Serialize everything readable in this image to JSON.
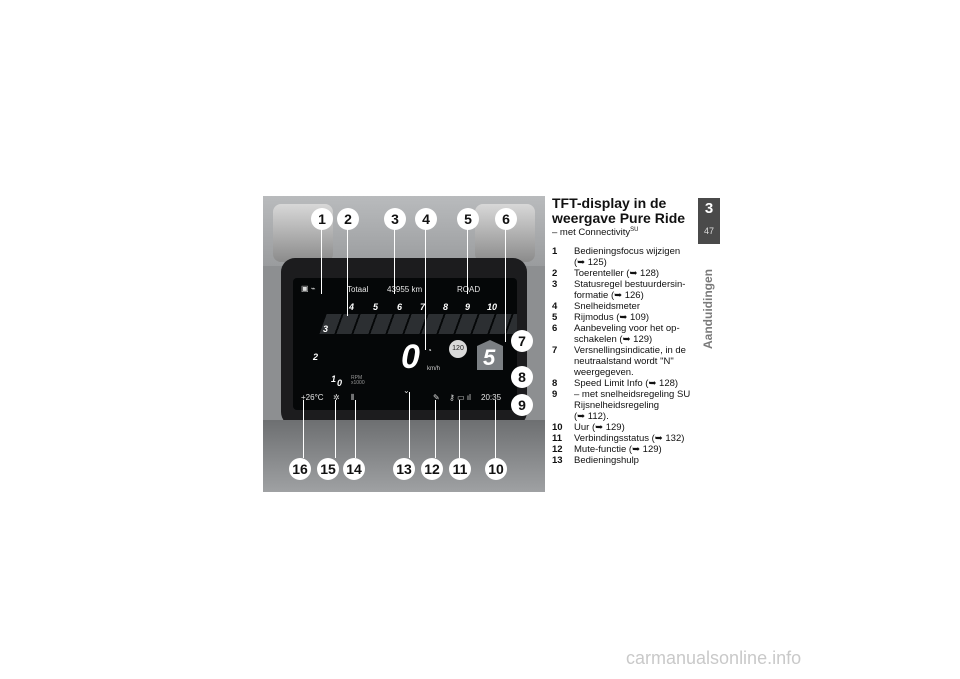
{
  "photo": {
    "screen": {
      "odo_label": "Totaal",
      "odo_value": "43955 km",
      "mode": "ROAD",
      "rpm_scale": [
        "1",
        "2",
        "3",
        "4",
        "5",
        "6",
        "7",
        "8",
        "9",
        "10"
      ],
      "rpm_zero": "0",
      "rpm_unit": "RPM\nx1000",
      "speed": "0",
      "speed_unit": "km/h",
      "speed_limit": "120",
      "gear": "5",
      "temperature": "+26°C",
      "clock": "20:35"
    },
    "callouts": [
      "1",
      "2",
      "3",
      "4",
      "5",
      "6",
      "7",
      "8",
      "9",
      "10",
      "11",
      "12",
      "13",
      "14",
      "15",
      "16"
    ]
  },
  "page": {
    "title": "TFT-display in de weergave Pure Ride",
    "subtitle": "– met Connectivity",
    "subtitle_sup": "SU"
  },
  "items": [
    {
      "num": "1",
      "text": "Bedieningsfocus wijzigen",
      "ref": "(➥ 125)"
    },
    {
      "num": "2",
      "text": "Toerenteller",
      "ref": "(➥ 128)"
    },
    {
      "num": "3",
      "text": "Statusregel bestuurdersin-formatie",
      "ref": "(➥ 126)"
    },
    {
      "num": "4",
      "text": "Snelheidsmeter",
      "ref": ""
    },
    {
      "num": "5",
      "text": "Rijmodus",
      "ref": "(➥ 109)"
    },
    {
      "num": "6",
      "text": "Aanbeveling voor het op-schakelen",
      "ref": "(➥ 129)"
    },
    {
      "num": "7",
      "text": "Versnellingsindicatie, in de neutraalstand wordt \"N\" weergegeven.",
      "ref": ""
    },
    {
      "num": "8",
      "text": "Speed Limit Info",
      "ref": "(➥ 128)"
    },
    {
      "num": "9",
      "text": "– met snelheidsregeling SU Rijsnelheidsregeling",
      "ref": "(➥ 112)."
    },
    {
      "num": "10",
      "text": "Uur",
      "ref": "(➥ 129)"
    },
    {
      "num": "11",
      "text": "Verbindingsstatus",
      "ref": "(➥ 132)"
    },
    {
      "num": "12",
      "text": "Mute-functie",
      "ref": "(➥ 129)"
    },
    {
      "num": "13",
      "text": "Bedieningshulp",
      "ref": ""
    }
  ],
  "chapter": {
    "number": "3",
    "page": "47",
    "name": "Aanduidingen"
  },
  "watermark": "carmanualsonline.info"
}
